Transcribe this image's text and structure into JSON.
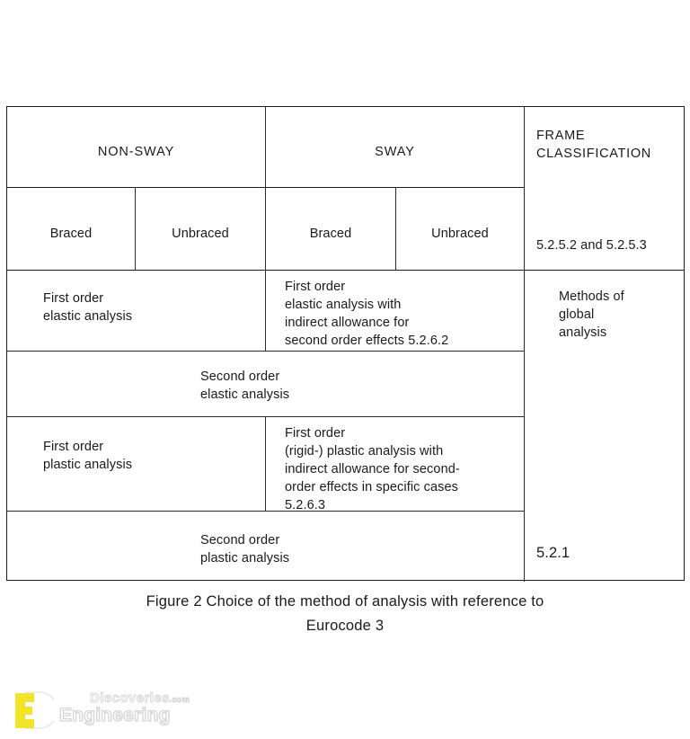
{
  "figure": {
    "caption_line1": "Figure 2  Choice of the method of analysis with reference to",
    "caption_line2": "Eurocode 3"
  },
  "table": {
    "header": {
      "non_sway": "NON-SWAY",
      "sway": "SWAY",
      "frame_classification": "FRAME\nCLASSIFICATION"
    },
    "subheader": {
      "non_sway_braced": "Braced",
      "non_sway_unbraced": "Unbraced",
      "sway_braced": "Braced",
      "sway_unbraced": "Unbraced",
      "classification_ref": "5.2.5.2 and 5.2.5.3"
    },
    "rows": [
      {
        "left": "First order\nelastic analysis",
        "right": "First order\nelastic analysis with\nindirect allowance for\nsecond order effects 5.2.6.2"
      },
      {
        "full": "Second order\nelastic analysis"
      },
      {
        "left": "First order\nplastic analysis",
        "right": "First order\n(rigid-) plastic analysis with\nindirect allowance for second-\norder effects in specific cases\n5.2.6.3"
      },
      {
        "full": "Second order\nplastic analysis"
      }
    ],
    "side_column": {
      "methods": "Methods of\nglobal\nanalysis",
      "ref": "5.2.1"
    }
  },
  "watermark": {
    "brand_top": "Discoveries",
    "brand_tld": ".com",
    "brand_bottom": "Engineering",
    "mark_color": "#f2e528"
  }
}
